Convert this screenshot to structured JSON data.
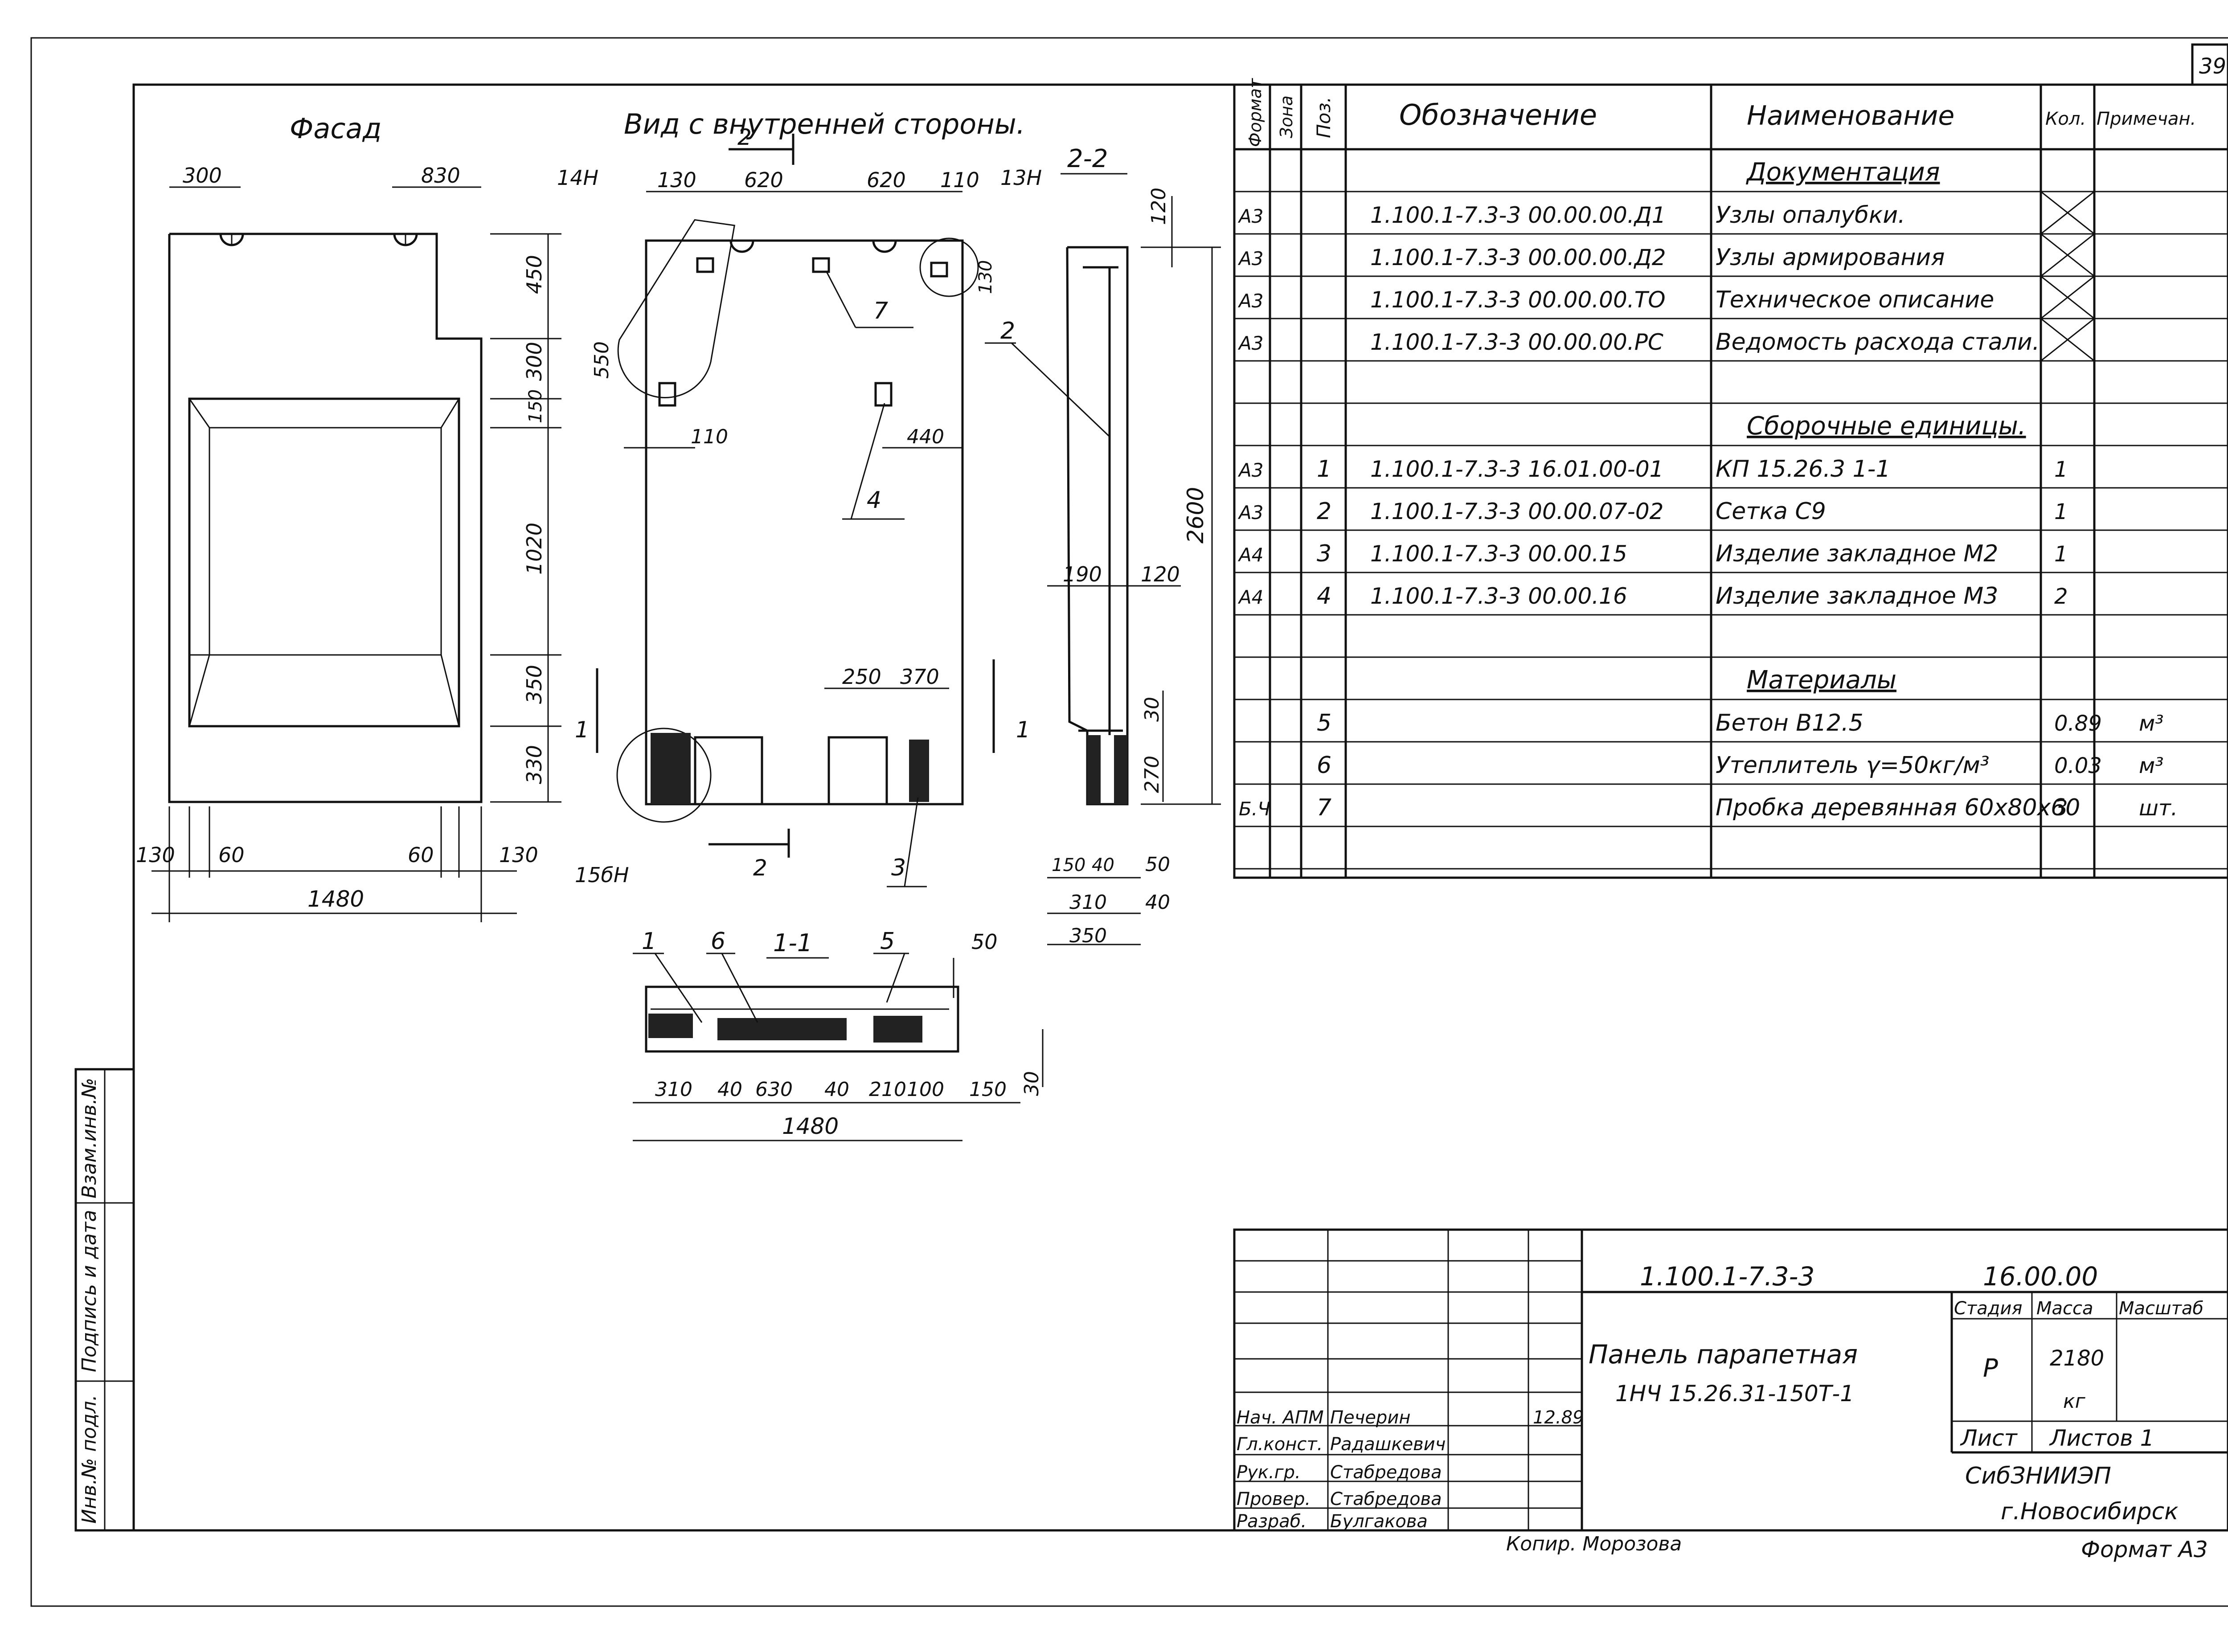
{
  "sheet_number": "39",
  "views": {
    "facade_title": "Фасад",
    "inner_title": "Вид с внутренней стороны.",
    "section22_title": "2-2",
    "section11_title": "1-1"
  },
  "facade_dims": {
    "top_left": "300",
    "top_right": "830",
    "right_chain": [
      "450",
      "300",
      "150",
      "1020",
      "350",
      "330"
    ],
    "bottom_chain": [
      "130",
      "60",
      "60",
      "130"
    ],
    "total": "1480"
  },
  "inner_dims": {
    "top": [
      "130",
      "620",
      "620",
      "110"
    ],
    "left_550": "550",
    "left_110": "110",
    "right_440": "440",
    "bottom_250": "250",
    "bottom_370": "370",
    "node_14": "14Н",
    "node_13": "13Н",
    "node_15": "15бН",
    "cut_marks": [
      "2",
      "2",
      "1",
      "1"
    ],
    "callouts": [
      "7",
      "4",
      "3",
      "2"
    ]
  },
  "section22_dims": {
    "top": "120",
    "right_130": "130",
    "height": "2600",
    "d190": "190",
    "d120": "120",
    "d30": "30",
    "d270": "270",
    "bottom": [
      "150",
      "40",
      "310",
      "350",
      "50",
      "40"
    ]
  },
  "section11_dims": {
    "callouts": [
      "1",
      "6",
      "5"
    ],
    "right": "50",
    "depth": "30",
    "bottom_chain": [
      "310",
      "40",
      "630",
      "40",
      "210",
      "100",
      "150"
    ],
    "total": "1480"
  },
  "spec_table": {
    "headers": [
      "Формат",
      "Зона",
      "Поз.",
      "Обозначение",
      "Наименование",
      "Кол.",
      "Примечан."
    ],
    "rows": [
      {
        "fmt": "",
        "zone": "",
        "pos": "",
        "code": "",
        "name": "Документация",
        "qty": "",
        "note": "",
        "section": true
      },
      {
        "fmt": "А3",
        "zone": "",
        "pos": "",
        "code": "1.100.1-7.3-3    00.00.00.Д1",
        "name": "Узлы опалубки.",
        "qty": "",
        "note": "",
        "cross": true
      },
      {
        "fmt": "А3",
        "zone": "",
        "pos": "",
        "code": "1.100.1-7.3-3    00.00.00.Д2",
        "name": "Узлы армирования",
        "qty": "",
        "note": "",
        "cross": true
      },
      {
        "fmt": "А3",
        "zone": "",
        "pos": "",
        "code": "1.100.1-7.3-3    00.00.00.ТО",
        "name": "Техническое описание",
        "qty": "",
        "note": "",
        "cross": true
      },
      {
        "fmt": "А3",
        "zone": "",
        "pos": "",
        "code": "1.100.1-7.3-3    00.00.00.РС",
        "name": "Ведомость расхода стали.",
        "qty": "",
        "note": "",
        "cross": true
      },
      {
        "fmt": "",
        "zone": "",
        "pos": "",
        "code": "",
        "name": "",
        "qty": "",
        "note": ""
      },
      {
        "fmt": "",
        "zone": "",
        "pos": "",
        "code": "",
        "name": "Сборочные единицы.",
        "qty": "",
        "note": "",
        "section": true
      },
      {
        "fmt": "А3",
        "zone": "",
        "pos": "1",
        "code": "1.100.1-7.3-3    16.01.00-01",
        "name": "КП 15.26.3 1-1",
        "qty": "1",
        "note": ""
      },
      {
        "fmt": "А3",
        "zone": "",
        "pos": "2",
        "code": "1.100.1-7.3-3    00.00.07-02",
        "name": "Сетка С9",
        "qty": "1",
        "note": ""
      },
      {
        "fmt": "А4",
        "zone": "",
        "pos": "3",
        "code": "1.100.1-7.3-3    00.00.15",
        "name": "Изделие закладное М2",
        "qty": "1",
        "note": ""
      },
      {
        "fmt": "А4",
        "zone": "",
        "pos": "4",
        "code": "1.100.1-7.3-3    00.00.16",
        "name": "Изделие закладное М3",
        "qty": "2",
        "note": ""
      },
      {
        "fmt": "",
        "zone": "",
        "pos": "",
        "code": "",
        "name": "",
        "qty": "",
        "note": ""
      },
      {
        "fmt": "",
        "zone": "",
        "pos": "",
        "code": "",
        "name": "Материалы",
        "qty": "",
        "note": "",
        "section": true
      },
      {
        "fmt": "",
        "zone": "",
        "pos": "5",
        "code": "",
        "name": "Бетон В12.5",
        "qty": "0.89",
        "note": "м³"
      },
      {
        "fmt": "",
        "zone": "",
        "pos": "6",
        "code": "",
        "name": "Утеплитель γ=50кг/м³",
        "qty": "0.03",
        "note": "м³"
      },
      {
        "fmt": "Б.Ч",
        "zone": "",
        "pos": "7",
        "code": "",
        "name": "Пробка деревянная 60х80х60",
        "qty": "3",
        "note": "шт."
      },
      {
        "fmt": "",
        "zone": "",
        "pos": "",
        "code": "",
        "name": "",
        "qty": "",
        "note": ""
      }
    ]
  },
  "title_block": {
    "doc_code": "1.100.1-7.3-3",
    "doc_num": "16.00.00",
    "title_line1": "Панель парапетная",
    "title_line2": "1НЧ 15.26.31-150Т-1",
    "stage_h": "Стадия",
    "mass_h": "Масса",
    "scale_h": "Масштаб",
    "stage": "Р",
    "mass": "2180",
    "mass_unit": "кг",
    "sheet_h": "Лист",
    "sheets_h": "Листов 1",
    "org_line1": "СибЗНИИЭП",
    "org_line2": "г.Новосибирск",
    "signatures": [
      {
        "role": "Нач. АПМ",
        "name": "Печерин",
        "date": "12.89"
      },
      {
        "role": "Гл.конст.",
        "name": "Радашкевич",
        "date": ""
      },
      {
        "role": "Рук.гр.",
        "name": "Стабредова",
        "date": ""
      },
      {
        "role": "Провер.",
        "name": "Стабредова",
        "date": ""
      },
      {
        "role": "Разраб.",
        "name": "Булгакова",
        "date": ""
      }
    ],
    "copier": "Копир. Морозова",
    "format": "Формат А3"
  },
  "side_stamp": [
    "Инв.№ подл.",
    "Подпись и дата",
    "Взам.инв.№"
  ]
}
